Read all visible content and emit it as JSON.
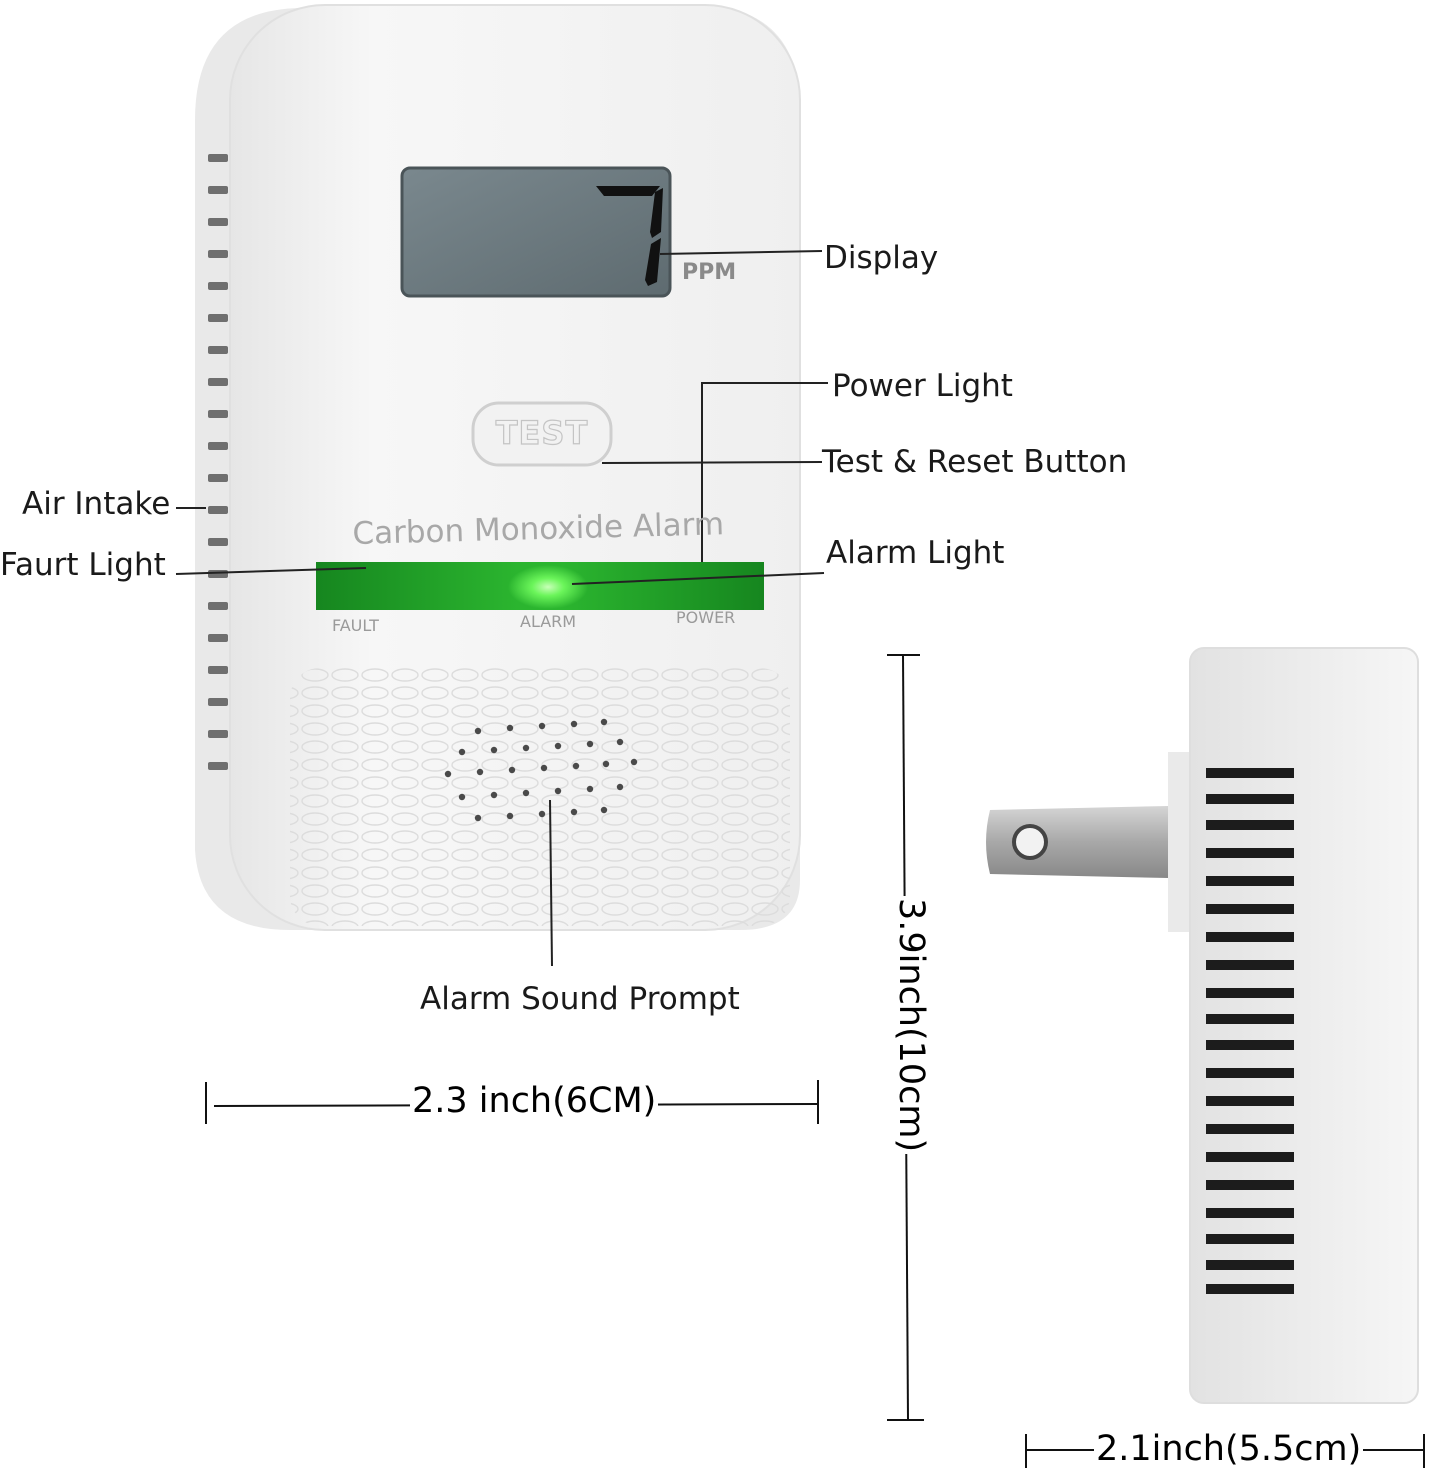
{
  "device": {
    "display_value": "7",
    "display_unit": "PPM",
    "test_button_label": "TEST",
    "product_name": "Carbon Monoxide Alarm",
    "indicators": [
      "FAULT",
      "ALARM",
      "POWER"
    ]
  },
  "callouts": {
    "display": "Display",
    "power_light": "Power Light",
    "test_reset_button": "Test & Reset Button",
    "air_intake": "Air Intake",
    "fault_light": "Faurt Light",
    "alarm_light": "Alarm Light",
    "alarm_sound_prompt": "Alarm Sound Prompt"
  },
  "dimensions": {
    "width": "2.3 inch(6CM)",
    "height": "3.9inch(10cm)",
    "depth": "2.1inch(5.5cm)"
  },
  "colors": {
    "body": "#f4f4f4",
    "lcd": "#6c7a80",
    "indicator_bar": "#1e8f28",
    "alarm_glow": "#7dff6a"
  }
}
